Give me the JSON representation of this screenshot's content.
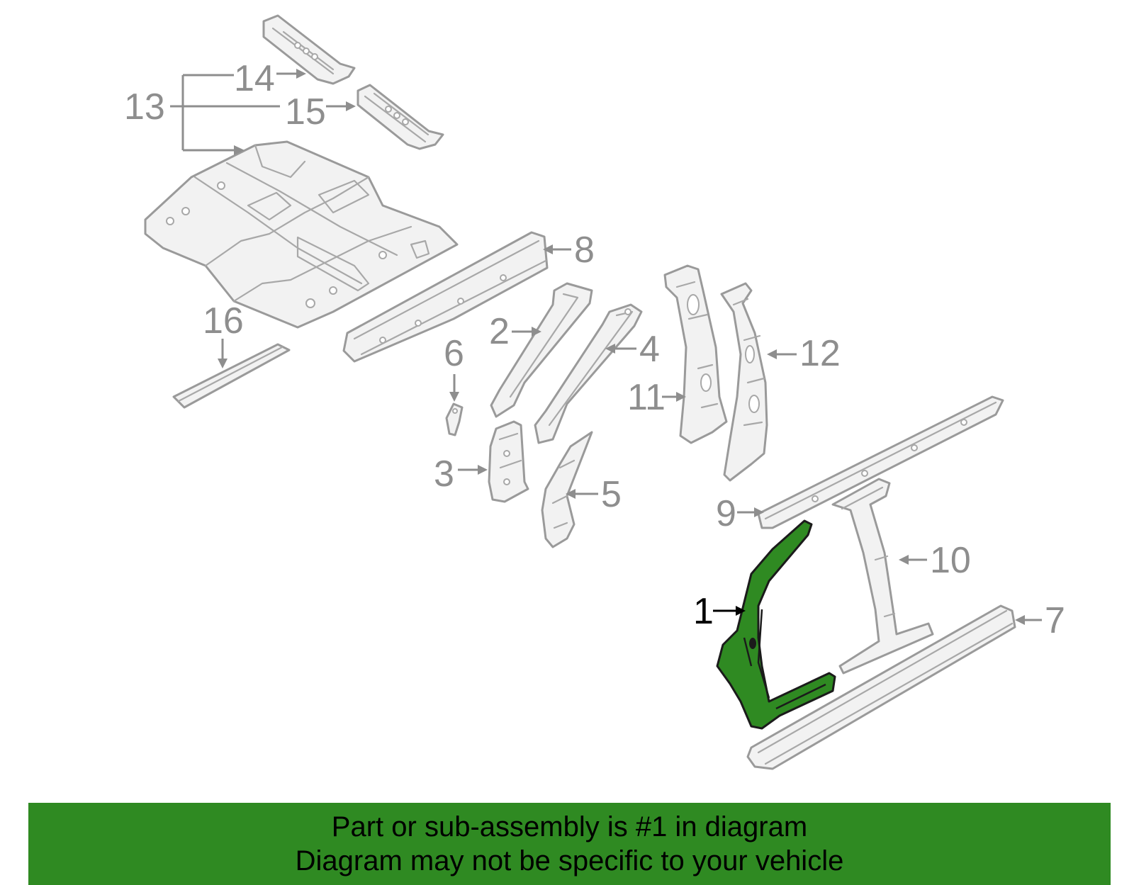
{
  "callouts": {
    "c1": "1",
    "c2": "2",
    "c3": "3",
    "c4": "4",
    "c5": "5",
    "c6": "6",
    "c7": "7",
    "c8": "8",
    "c9": "9",
    "c10": "10",
    "c11": "11",
    "c12": "12",
    "c13": "13",
    "c14": "14",
    "c15": "15",
    "c16": "16"
  },
  "highlight": {
    "part_number": "1",
    "color": "#2f8a22"
  },
  "banner": {
    "line1": "Part or sub-assembly is #1 in diagram",
    "line2": "Diagram may not be specific to your vehicle",
    "color": "#2f8a22"
  }
}
